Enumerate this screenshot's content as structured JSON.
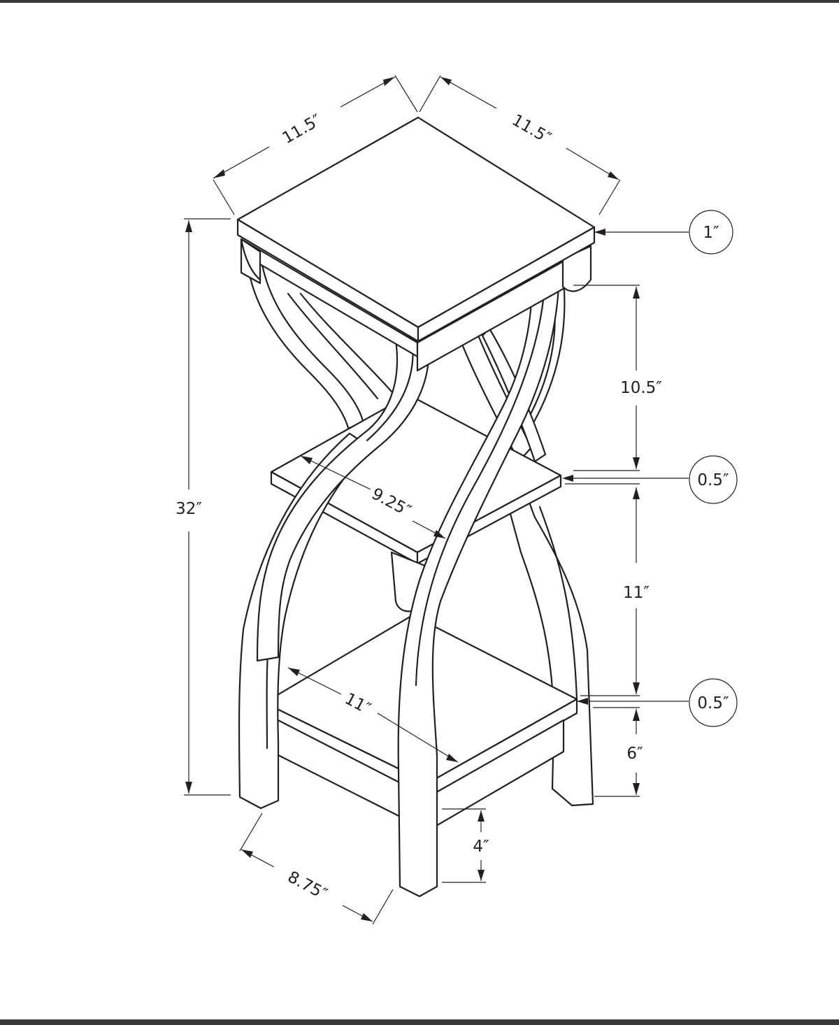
{
  "figure": {
    "dimensions": {
      "top_width_left": "11.5″",
      "top_width_right": "11.5″",
      "total_height": "32″",
      "top_thickness": "1″",
      "upper_gap": "10.5″",
      "middle_shelf_thickness": "0.5″",
      "middle_shelf_width": "9.25″",
      "lower_gap": "11″",
      "bottom_shelf_thickness": "0.5″",
      "bottom_shelf_width": "11″",
      "bottom_shelf_height": "6″",
      "apron_height": "4″",
      "base_width": "8.75″"
    }
  }
}
